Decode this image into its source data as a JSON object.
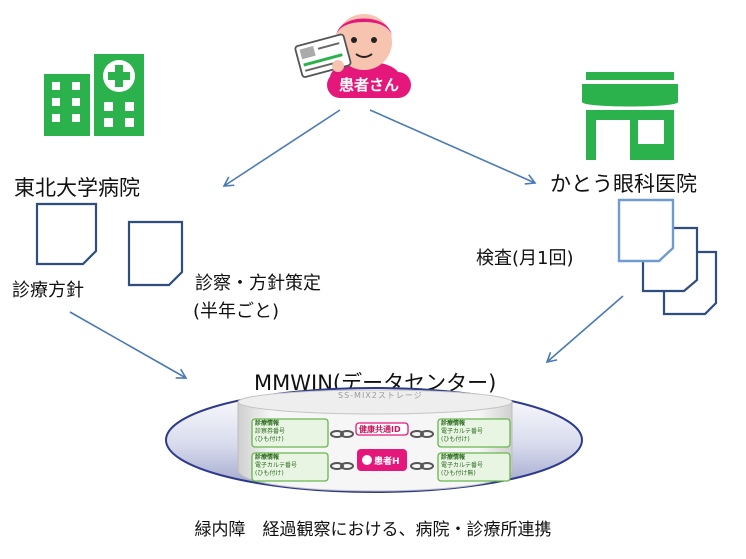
{
  "patient": {
    "badge": "患者さん"
  },
  "hospital": {
    "name": "東北大学病院",
    "doc1_label": "診療方針",
    "doc2_label_line1": "診察・方針策定",
    "doc2_label_line2": "(半年ごと)"
  },
  "clinic": {
    "name": "かとう眼科医院",
    "exam_label": "検査(月1回)"
  },
  "datacenter": {
    "title": "MMWIN(データセンター)",
    "faded_header": "SS-MIX2ストレージ",
    "shared_id": "健康共通ID",
    "patient_tag": "患者H",
    "cards": [
      {
        "title": "診療情報",
        "line1": "診察券番号",
        "line2": "(ひも付け)"
      },
      {
        "title": "診療情報",
        "line1": "電子カルテ番号",
        "line2": "(ひも付け)"
      },
      {
        "title": "診療情報",
        "line1": "電子カルテ番号",
        "line2": "(ひも付け)"
      },
      {
        "title": "診療情報",
        "line1": "電子カルテ番号",
        "line2": "(ひも付け無)"
      }
    ]
  },
  "caption": "緑内障　経過観察における、病院・診療所連携",
  "colors": {
    "green": "#2bb24c",
    "pink": "#e5177b",
    "arrow": "#4a7ab5",
    "doc_stroke": "#2e4e7e"
  }
}
